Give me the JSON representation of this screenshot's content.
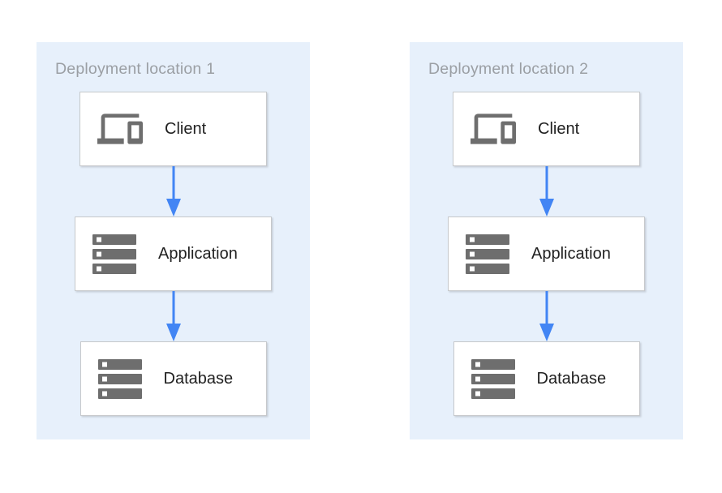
{
  "diagram": {
    "panels": [
      {
        "title": "Deployment location 1",
        "nodes": [
          {
            "label": "Client",
            "icon": "devices-icon"
          },
          {
            "label": "Application",
            "icon": "server-stack-icon"
          },
          {
            "label": "Database",
            "icon": "server-stack-icon"
          }
        ],
        "connections": [
          {
            "from": "Client",
            "to": "Application",
            "style": "arrow-down"
          },
          {
            "from": "Application",
            "to": "Database",
            "style": "arrow-down"
          }
        ]
      },
      {
        "title": "Deployment location 2",
        "nodes": [
          {
            "label": "Client",
            "icon": "devices-icon"
          },
          {
            "label": "Application",
            "icon": "server-stack-icon"
          },
          {
            "label": "Database",
            "icon": "server-stack-icon"
          }
        ],
        "connections": [
          {
            "from": "Client",
            "to": "Application",
            "style": "arrow-down"
          },
          {
            "from": "Application",
            "to": "Database",
            "style": "arrow-down"
          }
        ]
      }
    ],
    "colors": {
      "panel_background": "#e7f0fb",
      "arrow_blue": "#4285f4",
      "icon_gray": "#6e6e6e",
      "title_gray": "#9b9fa4",
      "box_border": "#c6c8cb",
      "label_text": "#212121",
      "box_background": "#ffffff"
    }
  }
}
